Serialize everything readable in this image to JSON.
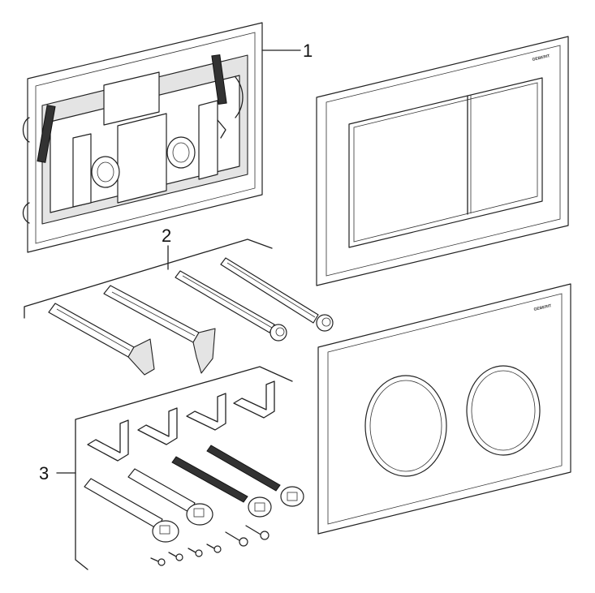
{
  "diagram": {
    "callouts": {
      "frame": "1",
      "rods": "2",
      "mounting_kit": "3"
    },
    "brand_label_top": "GEBERIT",
    "brand_label_bottom": "GEBERIT"
  }
}
